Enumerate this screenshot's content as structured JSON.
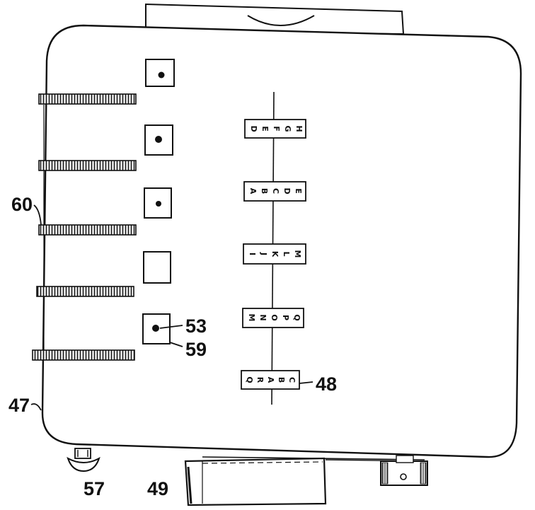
{
  "figure": {
    "reference_numerals": {
      "housing": "47",
      "letter_dial": "48",
      "bottom_block": "49",
      "indicator_dot": "53",
      "indicator_window": "59",
      "knurled_wheel": "60",
      "knob": "57"
    },
    "letter_strips": [
      [
        "D",
        "E",
        "F",
        "G",
        "H"
      ],
      [
        "A",
        "B",
        "C",
        "D",
        "E"
      ],
      [
        "I",
        "J",
        "K",
        "L",
        "M"
      ],
      [
        "M",
        "N",
        "O",
        "P",
        "Q"
      ],
      [
        "Q",
        "R",
        "A",
        "B",
        "C"
      ]
    ],
    "indicator_windows": [
      {
        "state": "dot"
      },
      {
        "state": "dot"
      },
      {
        "state": "dot"
      },
      {
        "state": "empty"
      },
      {
        "state": "dot"
      }
    ],
    "knurled_wheel_count": 5
  }
}
